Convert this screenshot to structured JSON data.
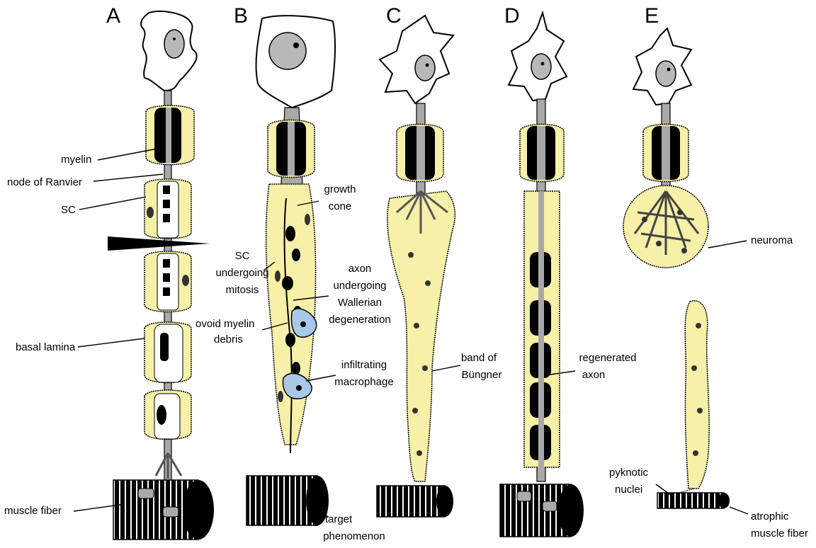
{
  "panels": [
    "A",
    "B",
    "C",
    "D",
    "E"
  ],
  "labels": {
    "myelin": "myelin",
    "node_of_ranvier": "node of Ranvier",
    "sc": "SC",
    "basal_lamina": "basal lamina",
    "muscle_fiber": "muscle fiber",
    "growth_cone_1": "growth",
    "growth_cone_2": "cone",
    "sc_mitosis_1": "SC",
    "sc_mitosis_2": "undergoing",
    "sc_mitosis_3": "mitosis",
    "axon_wd_1": "axon",
    "axon_wd_2": "undergoing",
    "axon_wd_3": "Wallerian",
    "axon_wd_4": "degeneration",
    "ovoid_1": "ovoid myelin",
    "ovoid_2": "debris",
    "macrophage_1": "infiltrating",
    "macrophage_2": "macrophage",
    "target_1": "target",
    "target_2": "phenomenon",
    "bungner_1": "band of",
    "bungner_2": "Büngner",
    "regen_1": "regenerated",
    "regen_2": "axon",
    "neuroma": "neuroma",
    "pyknotic_1": "pyknotic",
    "pyknotic_2": "nuclei",
    "atrophic_1": "atrophic",
    "atrophic_2": "muscle fiber"
  },
  "colors": {
    "schwann_cell": "#f6f0a8",
    "macrophage": "#a9c8e8",
    "axon": "#a8a8a8",
    "nucleus": "#b8b8b8",
    "myelin": "#000000"
  }
}
